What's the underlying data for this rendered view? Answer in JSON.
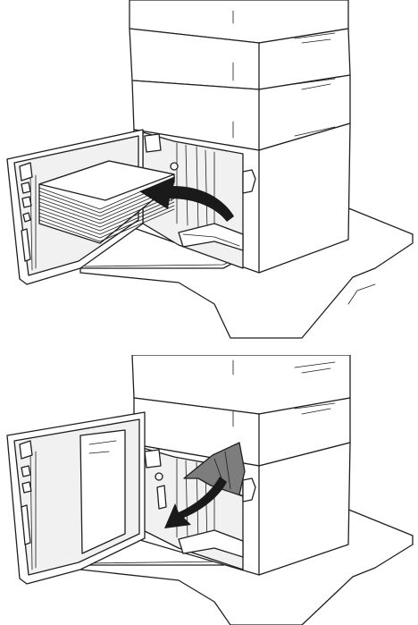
{
  "figure": {
    "panels": [
      {
        "id": "top",
        "depicts": [
          "printer",
          "side-door-open",
          "envelope-stack",
          "insert-arrow"
        ],
        "arrow_direction": "left"
      },
      {
        "id": "bottom",
        "depicts": [
          "printer",
          "side-door-open",
          "jammed-paper",
          "remove-arrow"
        ],
        "arrow_direction": "down-left"
      }
    ],
    "colors": {
      "outline": "#1f1f1f",
      "panel_fill": "#f1f1f1",
      "paper_fill": "#ffffff",
      "jam_fill": "#7d7d7d",
      "arrow_fill": "#1a1a1a"
    },
    "icons": [
      "insert-arrow-icon",
      "remove-arrow-icon"
    ]
  }
}
